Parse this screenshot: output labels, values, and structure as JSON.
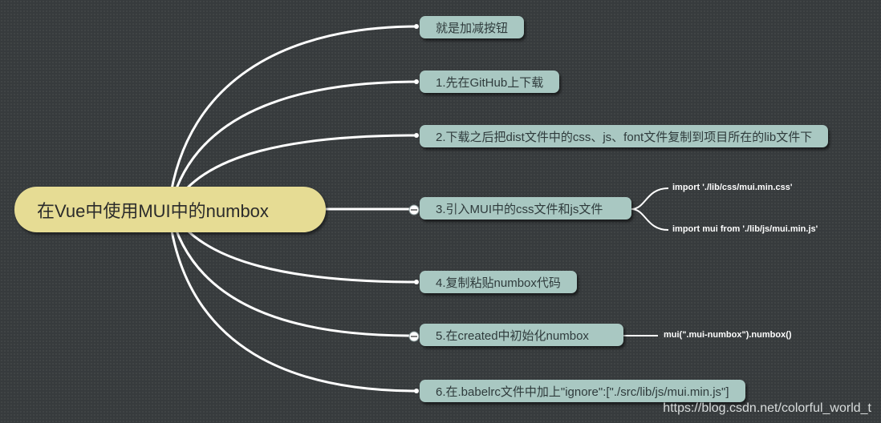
{
  "root": {
    "label": "在Vue中使用MUI中的numbox"
  },
  "branches": [
    {
      "label": "就是加减按钮"
    },
    {
      "label": "1.先在GitHub上下载"
    },
    {
      "label": "2.下载之后把dist文件中的css、js、font文件复制到项目所在的lib文件下"
    },
    {
      "label": "3.引入MUI中的css文件和js文件",
      "children": [
        "import './lib/css/mui.min.css'",
        "import mui from './lib/js/mui.min.js'"
      ]
    },
    {
      "label": "4.复制粘贴numbox代码"
    },
    {
      "label": "5.在created中初始化numbox",
      "children": [
        "mui(\".mui-numbox\").numbox()"
      ]
    },
    {
      "label": "6.在.babelrc文件中加上\"ignore\":[\"./src/lib/js/mui.min.js\"]"
    }
  ],
  "watermark": "https://blog.csdn.net/colorful_world_t",
  "colors": {
    "background": "#373b3d",
    "root": "#e6dc94",
    "branch": "#a9c8c2",
    "connector": "#ffffff"
  }
}
